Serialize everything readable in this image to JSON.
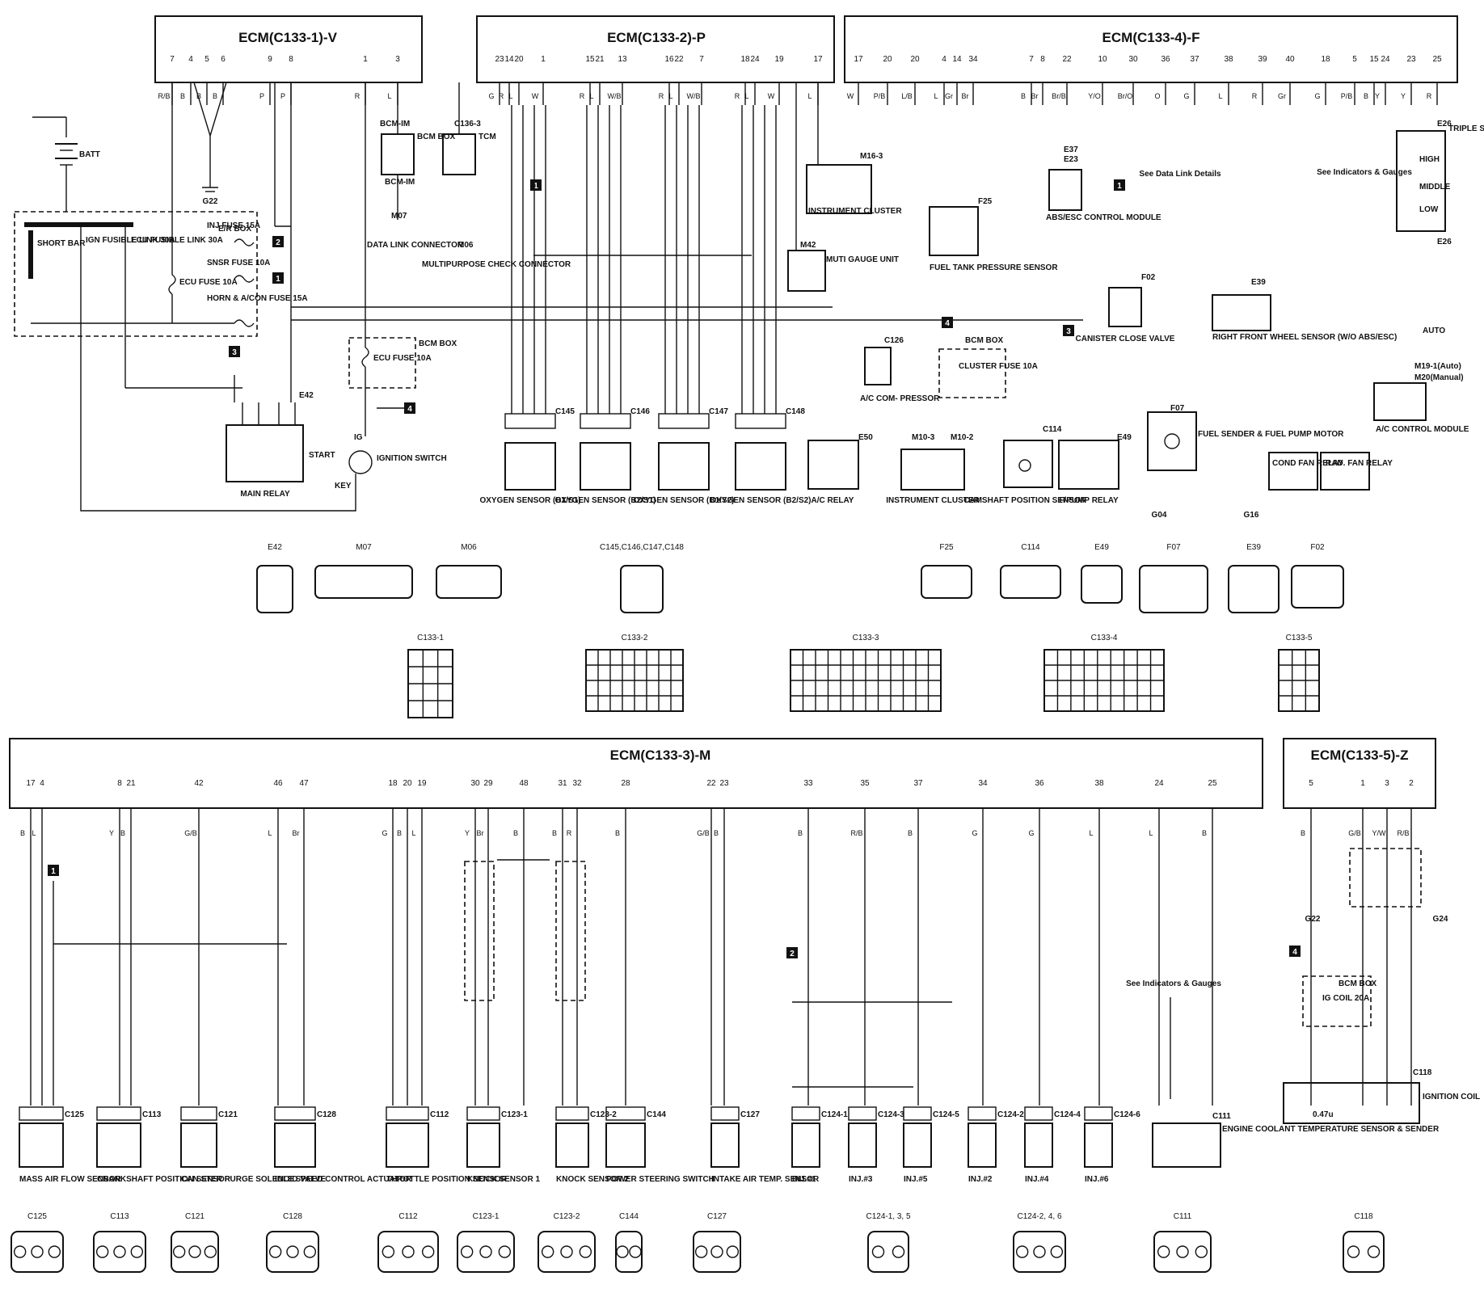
{
  "ecm_headers": {
    "c133_1": "ECM(C133-1)-V",
    "c133_2": "ECM(C133-2)-P",
    "c133_4": "ECM(C133-4)-F",
    "c133_3": "ECM(C133-3)-M",
    "c133_5": "ECM(C133-5)-Z"
  },
  "ecm_pins": {
    "c133_1": [
      "7",
      "4",
      "5",
      "6",
      "9",
      "8",
      "1",
      "3"
    ],
    "c133_2": [
      "23",
      "14",
      "20",
      "1",
      "15",
      "21",
      "13",
      "16",
      "22",
      "7",
      "18",
      "24",
      "19",
      "17"
    ],
    "c133_4": [
      "17",
      "20",
      "20",
      "4",
      "14",
      "34",
      "7",
      "8",
      "22",
      "10",
      "30",
      "36",
      "37",
      "38",
      "39",
      "40",
      "18",
      "5",
      "15",
      "24",
      "23",
      "25"
    ],
    "c133_3": [
      "17",
      "4",
      "8",
      "21",
      "42",
      "46",
      "47",
      "18",
      "20",
      "19",
      "30",
      "29",
      "48",
      "31",
      "32",
      "28",
      "22",
      "23",
      "33",
      "35",
      "37",
      "34",
      "36",
      "38",
      "24",
      "25"
    ],
    "c133_5": [
      "5",
      "1",
      "3",
      "2"
    ]
  },
  "wire_colors": {
    "c133_1": [
      "R/B",
      "B",
      "B",
      "B",
      "P",
      "P",
      "R",
      "L"
    ],
    "c133_2": [
      "G",
      "R",
      "L",
      "W",
      "R",
      "L",
      "W/B",
      "R",
      "L",
      "W/B",
      "R",
      "L",
      "W",
      "L"
    ],
    "c133_4": [
      "W",
      "P/B",
      "L/B",
      "L",
      "Gr",
      "Br",
      "B",
      "Br",
      "Br/B",
      "Y/O",
      "Br/O",
      "O",
      "G",
      "L",
      "R",
      "Gr",
      "G",
      "P/B",
      "B",
      "Y",
      "Y",
      "R"
    ],
    "c133_3": [
      "B",
      "L",
      "Y",
      "B",
      "G/B",
      "L",
      "Br",
      "G",
      "B",
      "L",
      "Y",
      "Br",
      "B",
      "B",
      "R",
      "B",
      "G/B",
      "B",
      "B",
      "R/B",
      "B",
      "G",
      "G",
      "L",
      "L",
      "B"
    ],
    "c133_5": [
      "B",
      "G/B",
      "Y/W",
      "R/B"
    ]
  },
  "power_labels": {
    "batt": "BATT",
    "er_box": "E/R BOX",
    "short_bar": "SHORT BAR",
    "ign_link": "IGN FUSIBLE LINK 30A",
    "ecu_link": "ECU FUSIBLE LINK 30A",
    "ecu_fuse": "ECU FUSE 10A",
    "inj_fuse": "INJ FUSE 15A",
    "snsr_fuse": "SNSR FUSE 10A",
    "horn_fuse": "HORN & A/CON FUSE 15A",
    "bcm_box": "BCM BOX",
    "bcm_ecu_fuse": "ECU FUSE 10A",
    "main_relay": "MAIN RELAY",
    "ign_switch": "IGNITION SWITCH",
    "start": "START",
    "ig": "IG",
    "key": "KEY",
    "g22": "G22",
    "e42": "E42"
  },
  "top_components": {
    "bcm_im": "BCM-IM",
    "bcm": "BCM BOX",
    "c136": "C136-3",
    "tcm": "TCM",
    "m07": "M07",
    "dlc": "DATA LINK CONNECTOR",
    "m06": "M06",
    "mpcc": "MULTIPURPOSE CHECK CONNECTOR",
    "inst_cluster": "INSTRUMENT CLUSTER",
    "m16": "M16-3",
    "m42": "M42",
    "multi_gauge": "MUTI GAUGE UNIT",
    "o2_b1s1": "OXYGEN SENSOR (B1/S1)",
    "o2_b2s1": "OXYGEN SENSOR (B2/S1)",
    "o2_b1s2": "OXYGEN SENSOR (B1/S2)",
    "o2_b2s2": "OXYGEN SENSOR (B2/S2)",
    "c145": "C145",
    "c146": "C146",
    "c147": "C147",
    "c148": "C148",
    "ac_relay": "A/C RELAY",
    "e50": "E50",
    "c126": "C126",
    "ac_compressor": "A/C COM- PRESSOR",
    "inst_cluster2": "INSTRUMENT CLUSTER",
    "m10_3": "M10-3",
    "m10_2": "M10-2",
    "cluster_fuse": "CLUSTER FUSE 10A",
    "bcm_box2": "BCM BOX",
    "fuel_tank": "FUEL TANK PRESSURE SENSOR",
    "f25": "F25",
    "abs": "ABS/ESC CONTROL MODULE",
    "e37": "E37",
    "e23": "E23",
    "camshaft": "CAMSHAFT POSITION SENSOR",
    "c114": "C114",
    "fpump_relay": "F/PUMP RELAY",
    "e49": "E49",
    "canister": "CANISTER CLOSE VALVE",
    "f02": "F02",
    "data_link": "See Data Link Details",
    "fuel_sender": "FUEL SENDER & FUEL PUMP MOTOR",
    "f07": "F07",
    "g04": "G04",
    "g16": "G16",
    "wheel_sensor": "RIGHT FRONT WHEEL SENSOR (W/O ABS/ESC)",
    "e39": "E39",
    "cond_fan": "COND FAN RELAY",
    "rad_fan": "RAD. FAN RELAY",
    "indicators": "See Indicators & Gauges",
    "triple_sw": "TRIPLE S/W",
    "e26": "E26",
    "high": "HIGH",
    "middle": "MIDDLE",
    "low": "LOW",
    "auto": "AUTO",
    "m19": "M19-1(Auto)",
    "m20": "M20(Manual)",
    "ac_control": "A/C CONTROL MODULE"
  },
  "connector_views_top": [
    "E42",
    "M07",
    "M06",
    "C145,C146,C147,C148",
    "F25",
    "C114",
    "E49",
    "F07",
    "E39",
    "F02"
  ],
  "connector_views_mid": [
    "C133-1",
    "C133-2",
    "C133-3",
    "C133-4",
    "C133-5"
  ],
  "bottom_components": {
    "maf": "MASS AIR FLOW SENSOR",
    "c125": "C125",
    "crank": "CRANKSHAFT POSITION SENSOR",
    "c113": "C113",
    "purge": "CAN STER PURGE SOLENOID VALVE",
    "c121": "C121",
    "isc": "IDLE SPEED CONTROL ACTUATOR",
    "c128": "C128",
    "tps": "THROTTLE POSITION SENSOR",
    "c112": "C112",
    "knock1": "KNOCK SENSOR 1",
    "c123_1": "C123-1",
    "knock2": "KNOCK SENSOR 2",
    "c123_2": "C123-2",
    "ps_switch": "POWER STEERING SWITCH",
    "c144": "C144",
    "iat": "INTAKE AIR TEMP. SENSOR",
    "c127": "C127",
    "inj1": "INJ.#1",
    "inj3": "INJ.#3",
    "inj5": "INJ.#5",
    "inj2": "INJ.#2",
    "inj4": "INJ.#4",
    "inj6": "INJ.#6",
    "c124_1": "C124-1",
    "c124_3": "C124-3",
    "c124_5": "C124-5",
    "c124_2": "C124-2",
    "c124_4": "C124-4",
    "c124_6": "C124-6",
    "indicators": "See Indicators & Gauges",
    "ect": "ENGINE COOLANT TEMPERATURE SENSOR & SENDER",
    "c111": "C111",
    "g22": "G22",
    "g24": "G24",
    "ig_coil_fuse": "IG COIL 20A",
    "bcm_box": "BCM BOX",
    "ign_coil": "IGNITION COIL",
    "c118": "C118",
    "cap": "0.47u"
  },
  "connector_views_bottom": [
    "C125",
    "C113",
    "C121",
    "C128",
    "C112",
    "C123-1",
    "C123-2",
    "C144",
    "C127",
    "C124-1, 3, 5",
    "C124-2, 4, 6",
    "C111",
    "C118"
  ],
  "markers": [
    "1",
    "2",
    "3",
    "4"
  ]
}
